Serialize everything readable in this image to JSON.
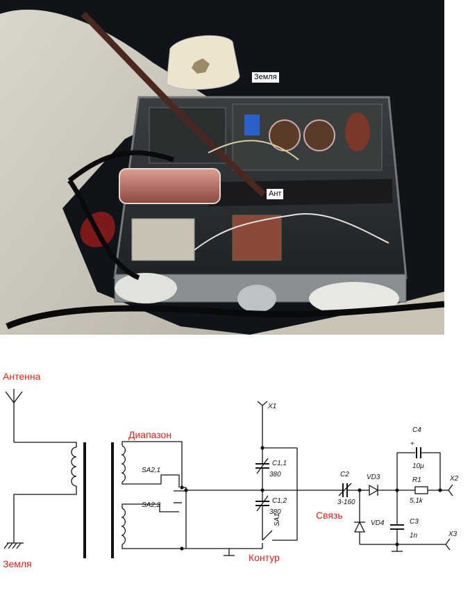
{
  "photo": {
    "labels": {
      "ground": "Земля",
      "antenna": "Ант"
    }
  },
  "schematic": {
    "labels": {
      "antenna": "Антенна",
      "ground": "Земля",
      "range": "Диапазон",
      "circuit": "Контур",
      "coupling": "Связь"
    },
    "components": {
      "x1": "X1",
      "x2": "X2",
      "x3": "X3",
      "sa2_1": "SA2,1",
      "sa2_2": "SA2,2",
      "c1_1": "C1,1",
      "c1_1_value": "380",
      "c1_2": "C1,2",
      "c1_2_value": "380",
      "sa1": "SA1",
      "c2": "C2",
      "c2_value": "3-160",
      "vd3": "VD3",
      "vd4": "VD4",
      "c4": "C4",
      "c4_value": "10μ",
      "r1": "R1",
      "r1_value": "5,1k",
      "c3": "C3",
      "c3_value": "1n"
    }
  }
}
